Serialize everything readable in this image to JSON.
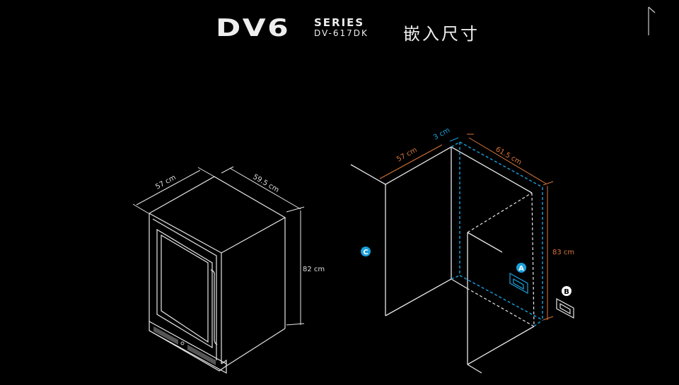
{
  "header": {
    "brand": "DV6",
    "series": "SERIES",
    "model": "DV-617DK",
    "heading": "嵌入尺寸"
  },
  "product_dimensions": {
    "width": "57 cm",
    "depth": "59.5 cm",
    "height": "82 cm"
  },
  "installation_dimensions": {
    "width": "57 cm",
    "gap": "3 cm",
    "depth": "61.5 cm",
    "height": "83 cm"
  },
  "markers": {
    "a": "A",
    "b": "B",
    "c": "C"
  },
  "colors": {
    "line": "#e6e6e6",
    "dimension": "#d9763a",
    "accent": "#1aa0dc"
  }
}
